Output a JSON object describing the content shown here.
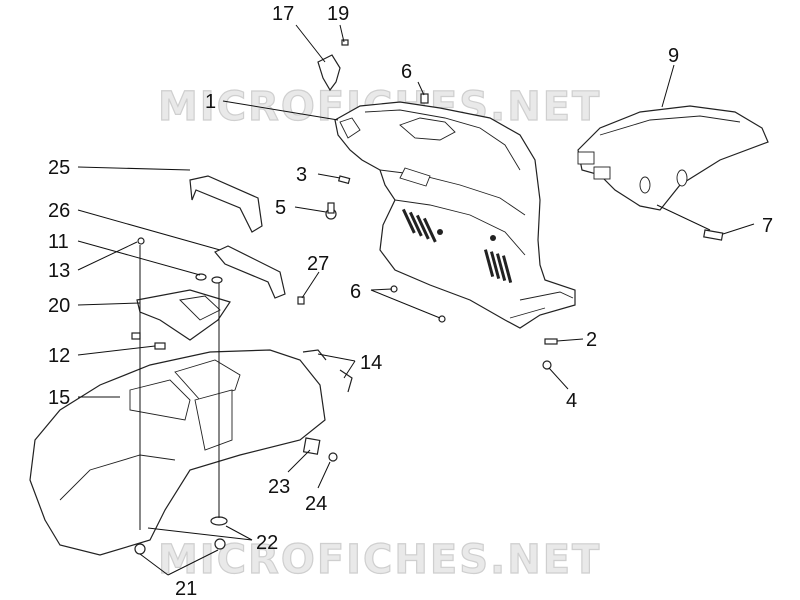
{
  "diagram": {
    "watermark_text": "MICROFICHES.NET",
    "callouts": [
      {
        "id": "c1",
        "label": "1"
      },
      {
        "id": "c2",
        "label": "2"
      },
      {
        "id": "c3",
        "label": "3"
      },
      {
        "id": "c4",
        "label": "4"
      },
      {
        "id": "c5",
        "label": "5"
      },
      {
        "id": "c6a",
        "label": "6"
      },
      {
        "id": "c6b",
        "label": "6"
      },
      {
        "id": "c7",
        "label": "7"
      },
      {
        "id": "c9",
        "label": "9"
      },
      {
        "id": "c11",
        "label": "11"
      },
      {
        "id": "c12",
        "label": "12"
      },
      {
        "id": "c13",
        "label": "13"
      },
      {
        "id": "c14",
        "label": "14"
      },
      {
        "id": "c15",
        "label": "15"
      },
      {
        "id": "c17",
        "label": "17"
      },
      {
        "id": "c19",
        "label": "19"
      },
      {
        "id": "c20",
        "label": "20"
      },
      {
        "id": "c21",
        "label": "21"
      },
      {
        "id": "c22",
        "label": "22"
      },
      {
        "id": "c23",
        "label": "23"
      },
      {
        "id": "c24",
        "label": "24"
      },
      {
        "id": "c25",
        "label": "25"
      },
      {
        "id": "c26",
        "label": "26"
      },
      {
        "id": "c27",
        "label": "27"
      }
    ]
  }
}
